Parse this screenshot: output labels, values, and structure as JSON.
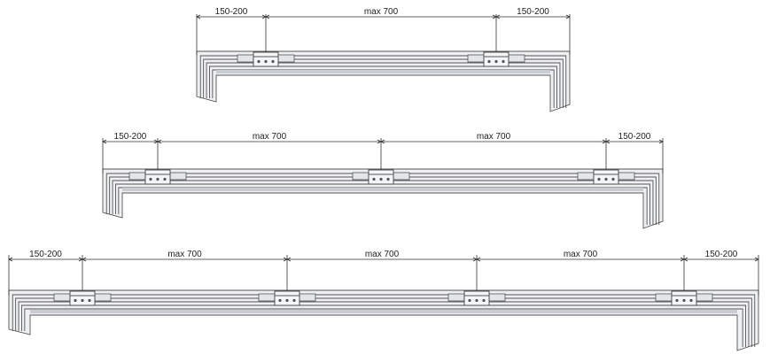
{
  "diagrams": [
    {
      "id": "frame-2-hinges",
      "hinge_count": 2,
      "dimension_labels": [
        "150-200",
        "max 700",
        "150-200"
      ]
    },
    {
      "id": "frame-3-hinges",
      "hinge_count": 3,
      "dimension_labels": [
        "150-200",
        "max 700",
        "max 700",
        "150-200"
      ]
    },
    {
      "id": "frame-4-hinges",
      "hinge_count": 4,
      "dimension_labels": [
        "150-200",
        "max 700",
        "max 700",
        "max 700",
        "150-200"
      ]
    }
  ],
  "colors": {
    "line": "#333333",
    "frame_fill": "#eef0f2",
    "frame_shade": "#c9cdd1",
    "background": "#ffffff"
  }
}
